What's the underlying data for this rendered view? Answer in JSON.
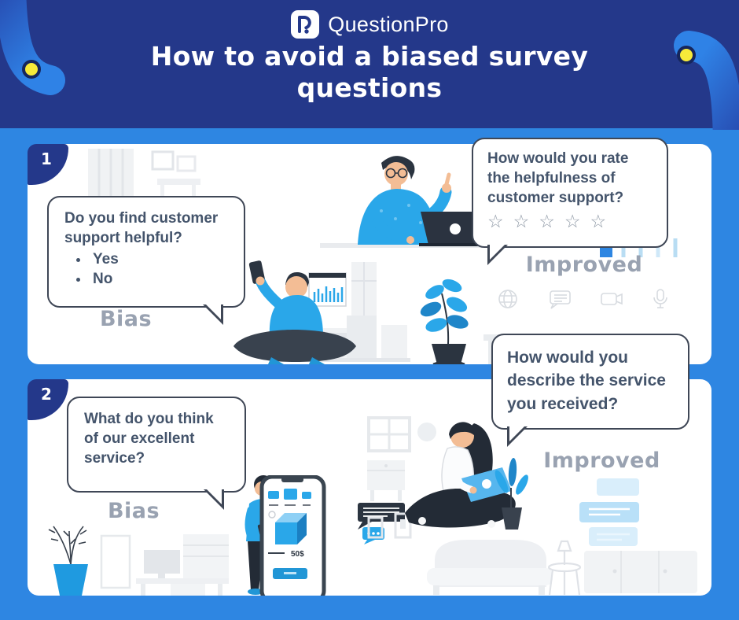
{
  "header": {
    "logo_text": "QuestionPro",
    "title": "How to avoid a biased survey questions"
  },
  "sections": [
    {
      "number": "1",
      "bias": {
        "question": "Do you find customer support helpful?",
        "options": [
          "Yes",
          "No"
        ],
        "label": "Bias"
      },
      "improved": {
        "question": "How would you rate the helpfulness of customer support?",
        "stars": "☆☆☆☆☆",
        "label": "Improved"
      },
      "icon_row": [
        "globe-icon",
        "speech-bubbles-icon",
        "video-camera-icon",
        "microphone-icon"
      ]
    },
    {
      "number": "2",
      "bias": {
        "question": "What do you think of our excellent service?",
        "label": "Bias"
      },
      "improved": {
        "question": "How would you describe the service you received?",
        "label": "Improved"
      },
      "phone_price": "50$"
    }
  ],
  "colors": {
    "header_navy": "#24388a",
    "background_blue": "#2e86e2",
    "panel_white": "#ffffff",
    "illustration_blue": "#2aa7e9",
    "illustration_dark": "#2b3440",
    "bubble_border": "#3f4756",
    "bubble_text": "#44546b",
    "label_gray": "#99a2b1",
    "accent_yellow": "#f7ea3a"
  }
}
